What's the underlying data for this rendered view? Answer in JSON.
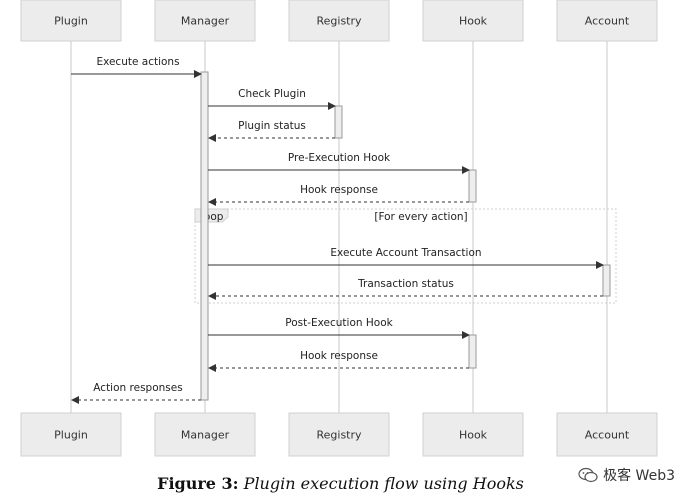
{
  "actors": [
    "Plugin",
    "Manager",
    "Registry",
    "Hook",
    "Account"
  ],
  "messages": [
    {
      "from": "Plugin",
      "to": "Manager",
      "label": "Execute actions",
      "style": "solid"
    },
    {
      "from": "Manager",
      "to": "Registry",
      "label": "Check Plugin",
      "style": "solid"
    },
    {
      "from": "Registry",
      "to": "Manager",
      "label": "Plugin status",
      "style": "dashed"
    },
    {
      "from": "Manager",
      "to": "Hook",
      "label": "Pre-Execution Hook",
      "style": "solid"
    },
    {
      "from": "Hook",
      "to": "Manager",
      "label": "Hook response",
      "style": "dashed"
    },
    {
      "from": "Manager",
      "to": "Account",
      "label": "Execute Account Transaction",
      "style": "solid"
    },
    {
      "from": "Account",
      "to": "Manager",
      "label": "Transaction status",
      "style": "dashed"
    },
    {
      "from": "Manager",
      "to": "Hook",
      "label": "Post-Execution Hook",
      "style": "solid"
    },
    {
      "from": "Hook",
      "to": "Manager",
      "label": "Hook response",
      "style": "dashed"
    },
    {
      "from": "Manager",
      "to": "Plugin",
      "label": "Action responses",
      "style": "dashed"
    }
  ],
  "loop": {
    "label": "loop",
    "condition": "[For every action]"
  },
  "caption": {
    "label": "Figure 3:",
    "text": "Plugin execution flow using Hooks"
  },
  "watermark": {
    "text": "极客 Web3",
    "icon": "wechat-icon"
  },
  "colors": {
    "actor_fill": "#ececec",
    "line": "#333333",
    "lifeline": "#c8c8c8"
  }
}
